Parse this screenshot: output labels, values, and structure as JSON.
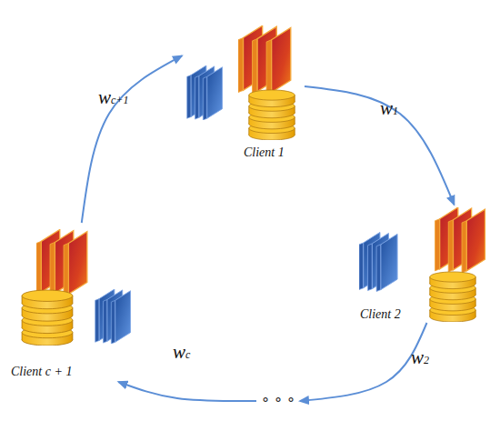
{
  "diagram": {
    "nodes": [
      {
        "text": [
          "Client 1"
        ]
      },
      {
        "text": [
          "Client 2"
        ]
      },
      {
        "text": [
          "∘ ∘ ∘"
        ]
      },
      {
        "text": [
          "Client c + 1"
        ]
      }
    ],
    "edges": [
      {
        "from": 0,
        "to": 1,
        "arrow": "to",
        "label": "w1"
      },
      {
        "from": 1,
        "to": 2,
        "arrow": "to",
        "label": "w2"
      },
      {
        "from": 2,
        "to": 3,
        "arrow": "to",
        "label": "wc"
      },
      {
        "from": 3,
        "to": 0,
        "arrow": "to",
        "label": "wc+1"
      }
    ]
  }
}
